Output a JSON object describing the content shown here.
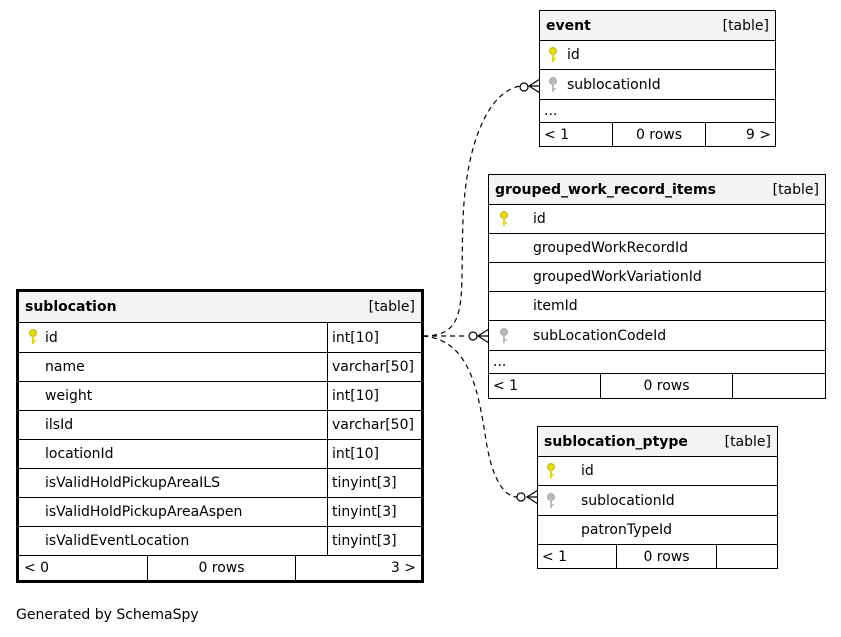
{
  "footer": "Generated by SchemaSpy",
  "key_colors": {
    "primary": "#e6d800",
    "foreign": "#bbbbbb"
  },
  "tables": {
    "sublocation": {
      "name": "sublocation",
      "kind": "[table]",
      "columns": [
        {
          "name": "id",
          "type": "int[10]"
        },
        {
          "name": "name",
          "type": "varchar[50]"
        },
        {
          "name": "weight",
          "type": "int[10]"
        },
        {
          "name": "ilsId",
          "type": "varchar[50]"
        },
        {
          "name": "locationId",
          "type": "int[10]"
        },
        {
          "name": "isValidHoldPickupAreaILS",
          "type": "tinyint[3]"
        },
        {
          "name": "isValidHoldPickupAreaAspen",
          "type": "tinyint[3]"
        },
        {
          "name": "isValidEventLocation",
          "type": "tinyint[3]"
        }
      ],
      "footer": {
        "left": "< 0",
        "mid": "0 rows",
        "right": "3 >"
      }
    },
    "event": {
      "name": "event",
      "kind": "[table]",
      "columns": [
        {
          "name": "id"
        },
        {
          "name": "sublocationId"
        }
      ],
      "ellipsis": "...",
      "footer": {
        "left": "< 1",
        "mid": "0 rows",
        "right": "9 >"
      }
    },
    "grouped": {
      "name": "grouped_work_record_items",
      "kind": "[table]",
      "columns": [
        {
          "name": "id"
        },
        {
          "name": "groupedWorkRecordId"
        },
        {
          "name": "groupedWorkVariationId"
        },
        {
          "name": "itemId"
        },
        {
          "name": "subLocationCodeId"
        }
      ],
      "ellipsis": "...",
      "footer": {
        "left": "< 1",
        "mid": "0 rows",
        "right": ""
      }
    },
    "ptype": {
      "name": "sublocation_ptype",
      "kind": "[table]",
      "columns": [
        {
          "name": "id"
        },
        {
          "name": "sublocationId"
        },
        {
          "name": "patronTypeId"
        }
      ],
      "footer": {
        "left": "< 1",
        "mid": "0 rows",
        "right": ""
      }
    }
  }
}
